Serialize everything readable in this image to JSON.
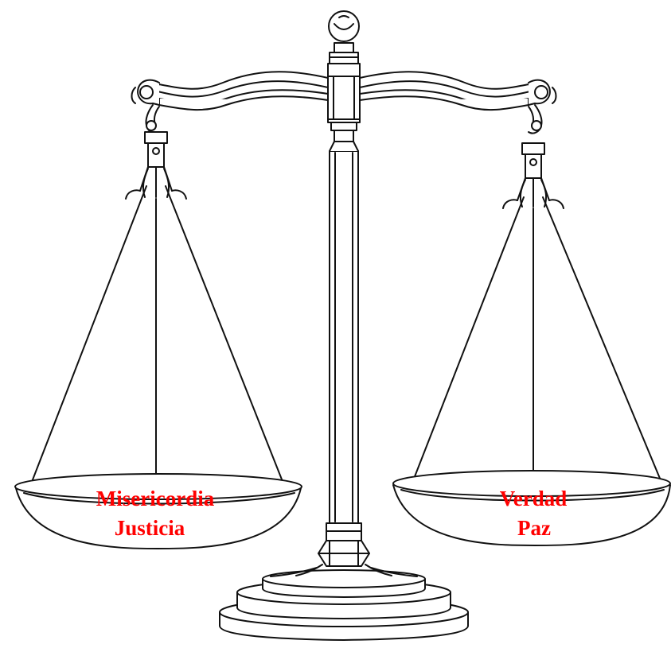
{
  "left_pan": {
    "line1": "Misericordia",
    "line2": "Justicia"
  },
  "right_pan": {
    "line1": "Verdad",
    "line2": "Paz"
  },
  "colors": {
    "label_text": "#ff0000",
    "ink": "#111111",
    "background": "#ffffff"
  }
}
